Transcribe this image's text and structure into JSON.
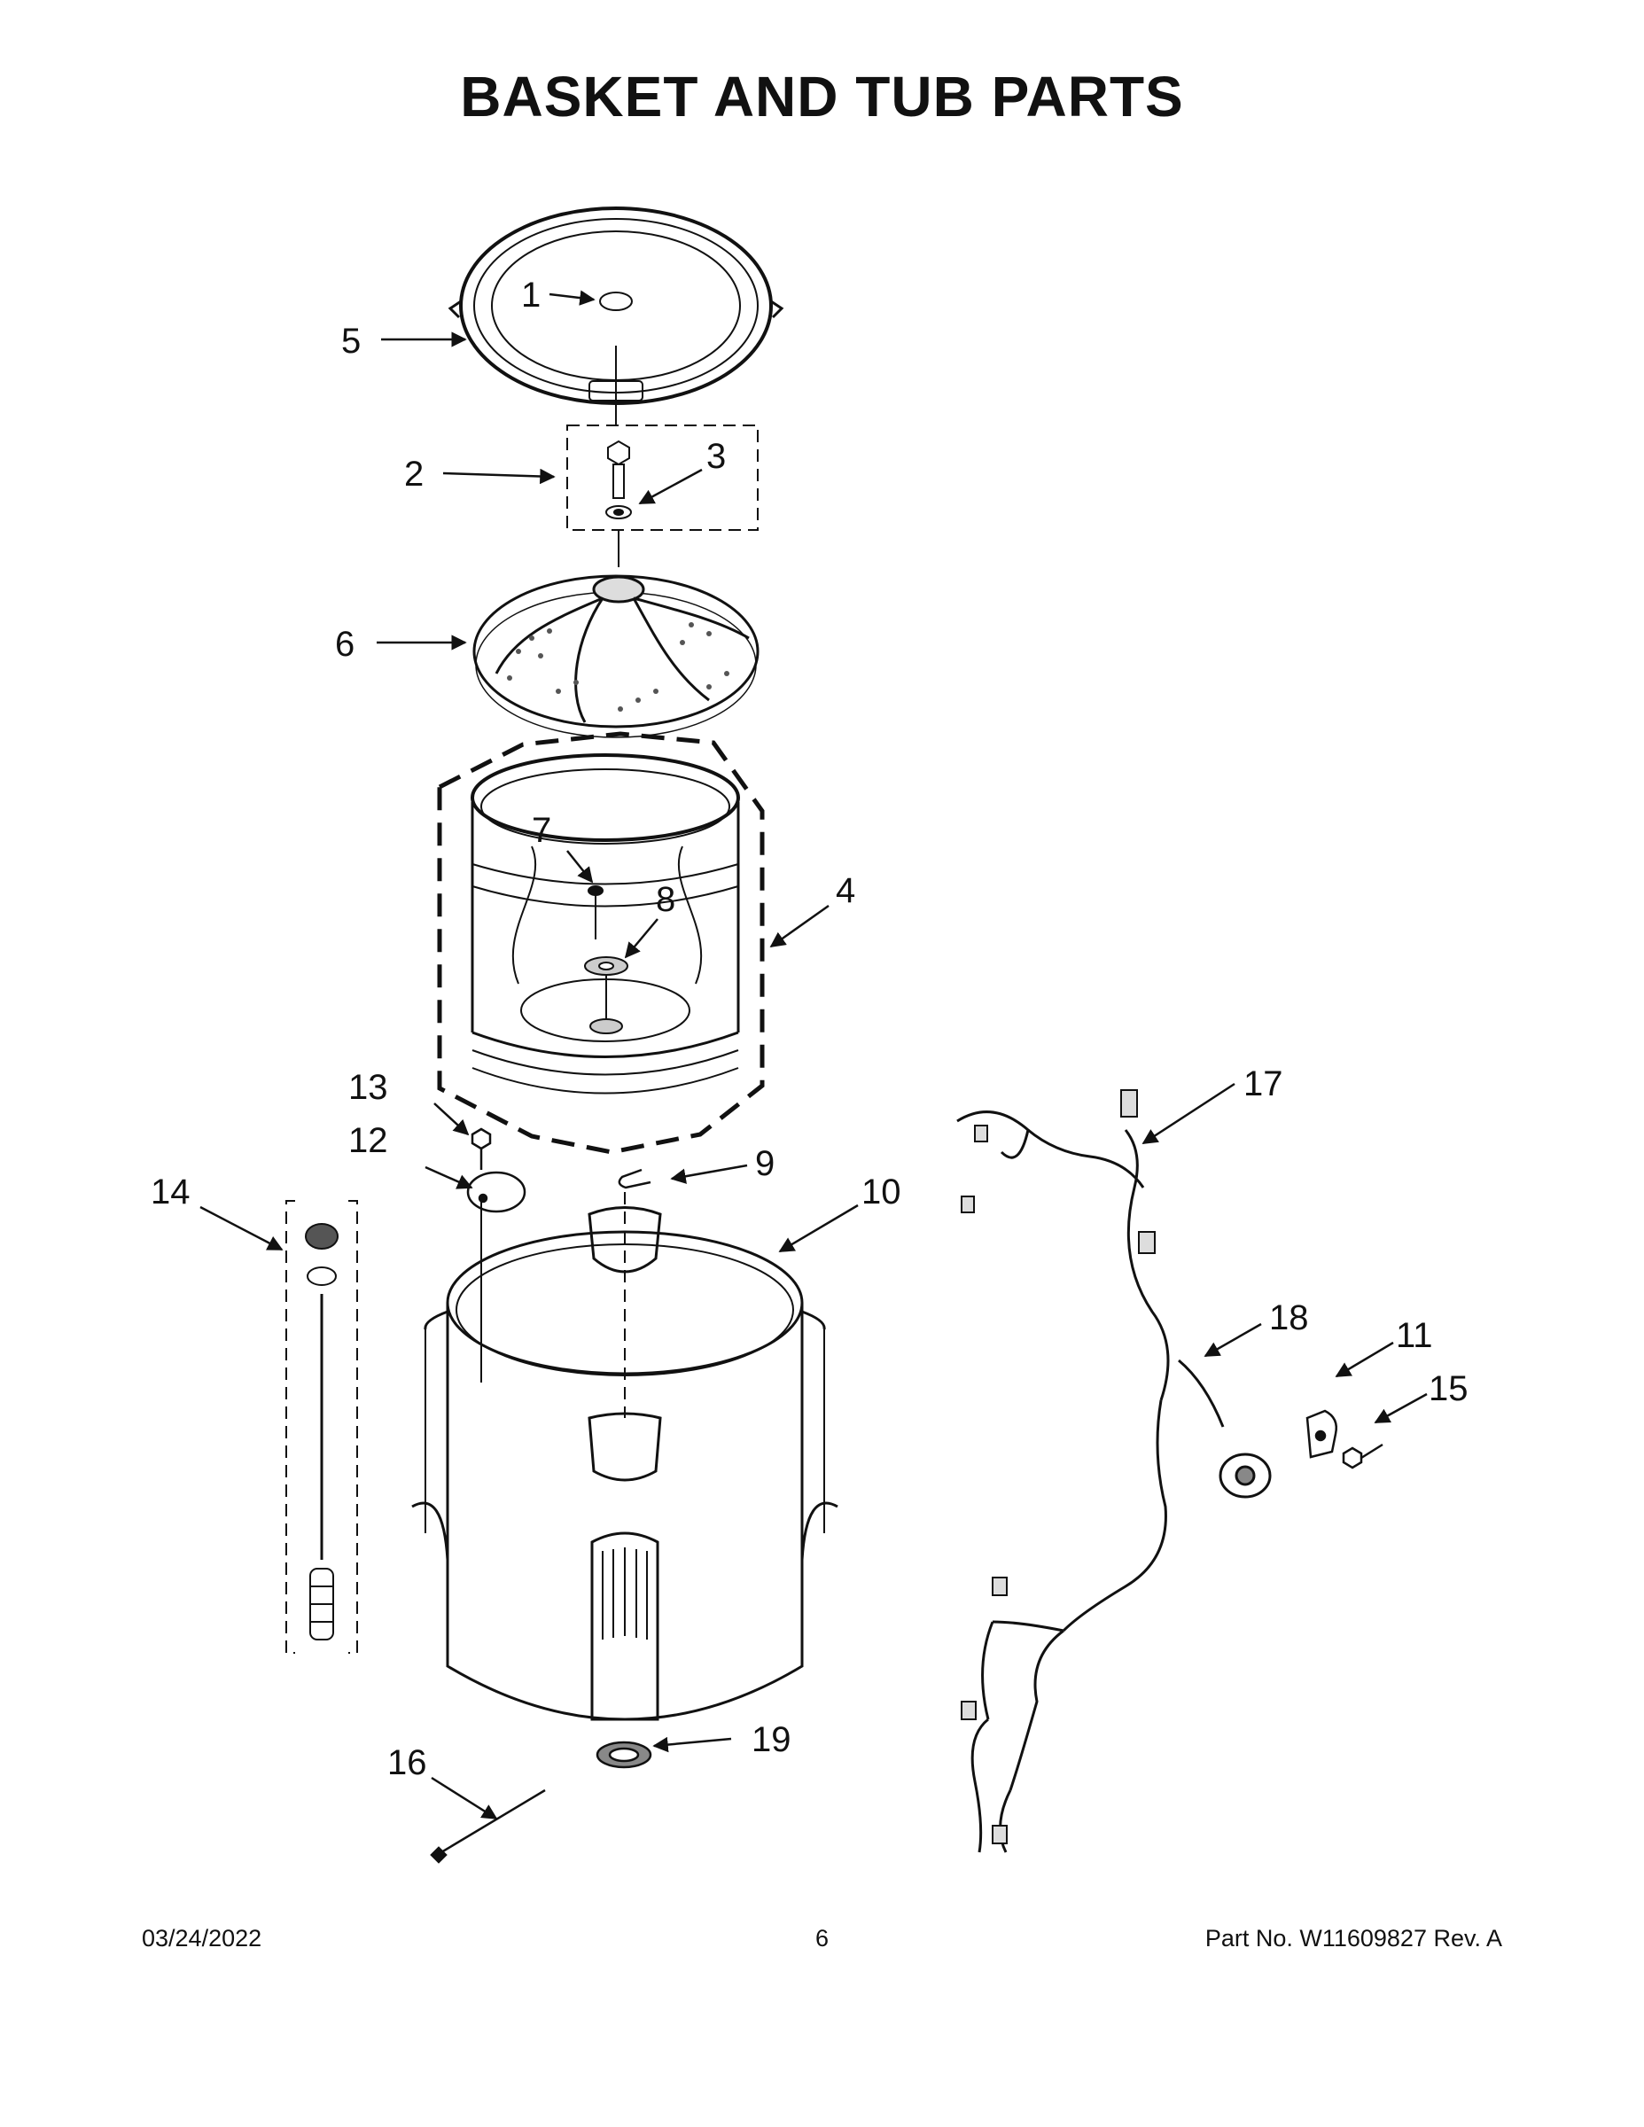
{
  "title": "BASKET AND TUB PARTS",
  "callouts": [
    "1",
    "2",
    "3",
    "4",
    "5",
    "6",
    "7",
    "8",
    "9",
    "10",
    "11",
    "12",
    "13",
    "14",
    "15",
    "16",
    "17",
    "18",
    "19"
  ],
  "footer": {
    "date": "03/24/2022",
    "page": "6",
    "part_no": "Part No.  W11609827  Rev.  A"
  }
}
